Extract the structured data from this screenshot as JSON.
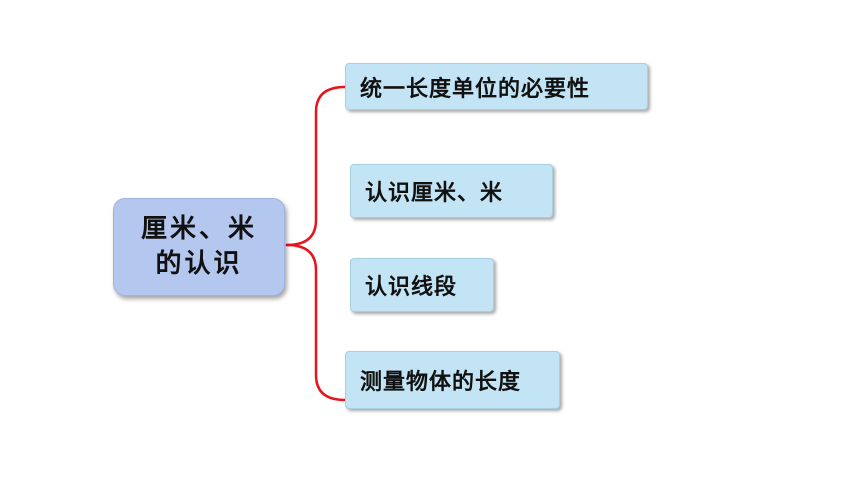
{
  "diagram": {
    "center": {
      "line1": "厘米、米",
      "line2": "的认识"
    },
    "branches": [
      {
        "label": "统一长度单位的必要性"
      },
      {
        "label": "认识厘米、米"
      },
      {
        "label": "认识线段"
      },
      {
        "label": "测量物体的长度"
      }
    ]
  },
  "colors": {
    "center_fill": "#b4c7ee",
    "branch_fill": "#c2e4f4",
    "bracket": "#e8141c"
  }
}
